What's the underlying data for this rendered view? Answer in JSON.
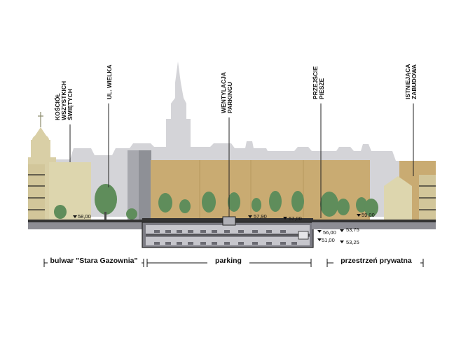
{
  "callouts": {
    "kosciol": [
      "KOŚCIÓŁ",
      "WSZYSTKICH",
      "ŚWIĘTYCH"
    ],
    "wielka": [
      "UL. WIELKA"
    ],
    "wentylacja": [
      "WENTYLACJA",
      "PARKINGU"
    ],
    "przejscie": [
      "PRZEJŚCIE",
      "PIESZE"
    ],
    "zabudowa": [
      "ISTNIEJĄCA",
      "ZABUDOWA"
    ]
  },
  "elevations": {
    "left_street": "58,00",
    "vent_top_a": "57,90",
    "vent_top_b": "57,00",
    "right_ground": "59,00",
    "level_1": "56,00",
    "level_2": "51,00",
    "level_r1": "53,75",
    "level_r2": "53,25"
  },
  "zones": {
    "bulwar": "bulwar \"Stara Gazownia\"",
    "parking": "parking",
    "prywatna": "przestrzeń prywatna"
  },
  "colors": {
    "sky_silhouette": "#d4d4d8",
    "facade": "#c9ab72",
    "church": "#d9cfa6",
    "tree": "#5f8d5b",
    "ground": "#8d8d94",
    "garage": "#7c7c84"
  }
}
